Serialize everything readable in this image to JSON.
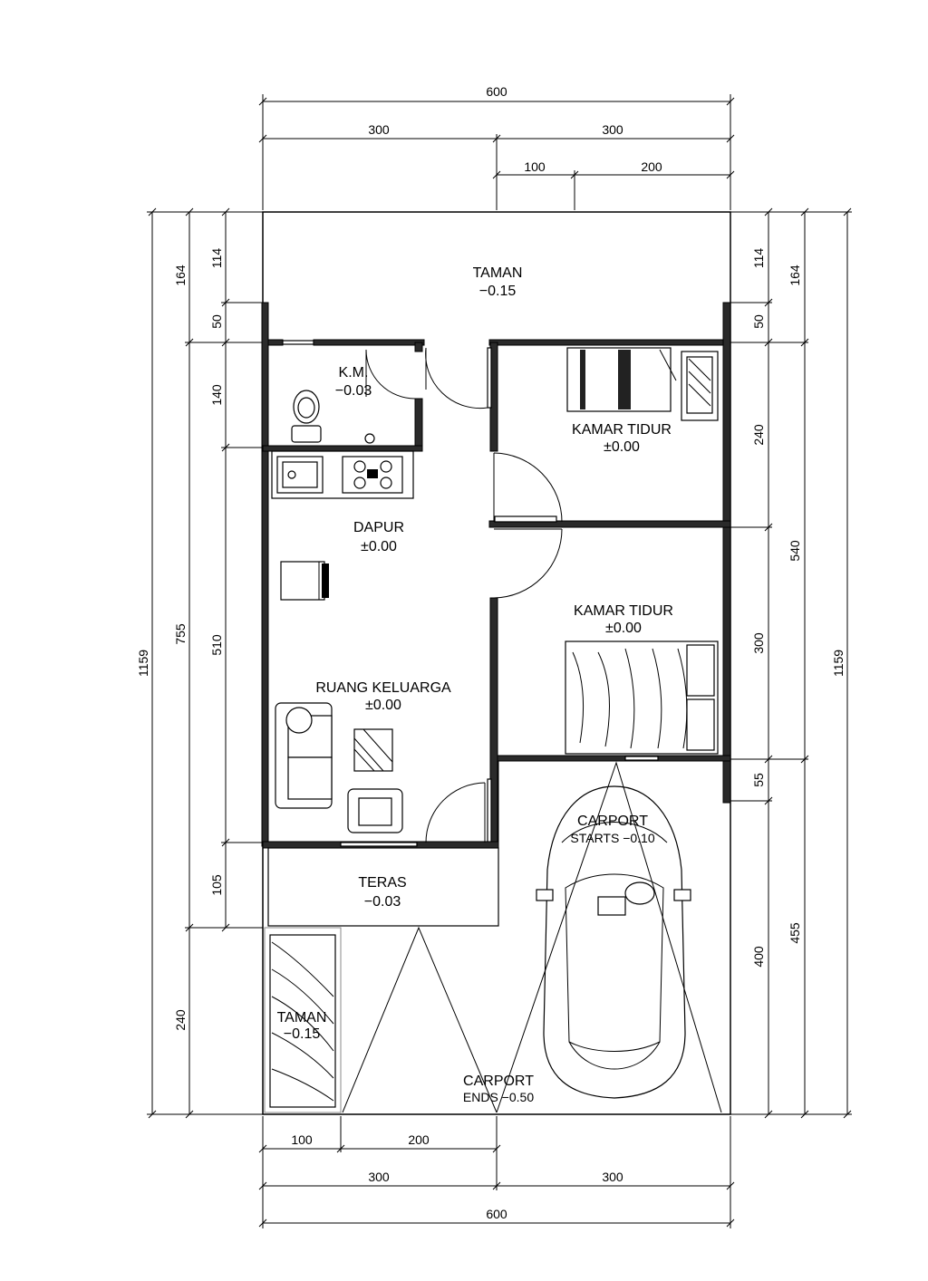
{
  "dimensions": {
    "top_total": "600",
    "top_left": "300",
    "top_right": "300",
    "top_sub_left": "100",
    "top_sub_right": "200",
    "bottom_sub_left": "100",
    "bottom_sub_right": "200",
    "bottom_left": "300",
    "bottom_right": "300",
    "bottom_total": "600",
    "left_outer_total": "1159",
    "left_mid_164": "164",
    "left_mid_755": "755",
    "left_mid_240": "240",
    "left_inner_114": "114",
    "left_inner_50": "50",
    "left_inner_140": "140",
    "left_inner_510": "510",
    "left_inner_105": "105",
    "right_inner_114": "114",
    "right_inner_50": "50",
    "right_inner_240": "240",
    "right_inner_300": "300",
    "right_inner_55": "55",
    "right_inner_400": "400",
    "right_mid_164": "164",
    "right_mid_540": "540",
    "right_mid_455": "455",
    "right_outer_total": "1159"
  },
  "rooms": {
    "taman_top": {
      "name": "TAMAN",
      "level": "−0.15"
    },
    "km": {
      "name": "K.M.",
      "level": "−0.03"
    },
    "kamar_tidur_1": {
      "name": "KAMAR  TIDUR",
      "level": "±0.00"
    },
    "dapur": {
      "name": "DAPUR",
      "level": "±0.00"
    },
    "kamar_tidur_2": {
      "name": "KAMAR  TIDUR",
      "level": "±0.00"
    },
    "ruang_keluarga": {
      "name": "RUANG  KELUARGA",
      "level": "±0.00"
    },
    "carport_start": {
      "name": "CARPORT",
      "level": "STARTS  −0.10"
    },
    "teras": {
      "name": "TERAS",
      "level": "−0.03"
    },
    "taman_bottom": {
      "name": "TAMAN",
      "level": "−0.15"
    },
    "carport_end": {
      "name": "CARPORT",
      "level": "ENDS  −0.50"
    }
  },
  "colors": {
    "wall": "#2a2a2a",
    "line": "#000000"
  }
}
